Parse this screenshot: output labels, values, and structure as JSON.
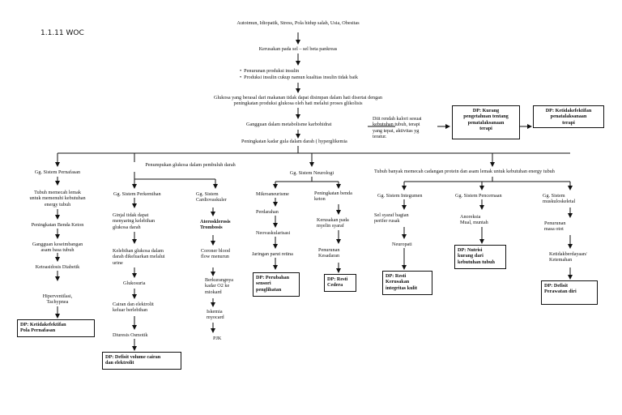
{
  "heading": "1.1.11 WOC",
  "top": {
    "causes": "Autoimun, Idiopatik, Stress, Pola hidup salah, Usia, Obesitas",
    "damage": "Kerusakan pada sel – sel beta pankreas",
    "bullet1": "Penurunan produksi insulin",
    "bullet2": "Produksi insulin cukup namun kualitas insulin tidak baik",
    "glucose": "Glukosa yang berasal dari makanan tidak dapat disimpan dalam hati disertai dengan\npeningkatan produksi glukosa oleh hati melalui proses glikolisis",
    "metabolism": "Gangguan dalam metabolisme karbohidrat",
    "hyper": "Peningkatan kadar gula dalam darah ( hyperglikemia",
    "calorie": "Diit rendah kalori sesuai\nkebutuhan tubuh, terapi\nyang tepat, aktivitas yg\nteratur.",
    "dp_knowledge": "DP: Kurang\npengetahuan tentang\npenatalaksanaan\nterapi",
    "dp_management": "DP: Ketidakefektifan\npenatalaksanaan\nterapi"
  },
  "accumulation": "Penumpukan glukosa dalam pembuluh darah",
  "breakdown": "Tubuh banyak memecah cadangan protein dan asam lemak untuk kebutuhan energy tubuh",
  "respiratory": {
    "title": "Gg. Sistem Pernafasan",
    "s1": "Tubuh memecah lemak\nuntuk memenuhi kebutuhan\nenergy tubuh",
    "s2": "Peningkatan Benda Keton",
    "s3": "Gangguan keseimbangan\nasam basa tubuh",
    "s4": "Ketoasidosis Diabetik",
    "s5": "Hiperventilasi,\nTachypnea",
    "dp": "DP: Ketidakefektifan\nPola Pernafasan"
  },
  "urinary": {
    "title": "Gg. Sistem Perkemihan",
    "s1": "Ginjal tidak dapat\nmenyaring kelebihan\nglukosa darah",
    "s2": "Kelebihan glukosa dalam\ndarah dikeluarkan melalui\nurine",
    "s3": "Glukosuria",
    "s4": "Cairan dan elektrolit\nkeluar berlebihan",
    "s5": "Diuresis Osmotik",
    "dp": "DP: Defisit volume cairan\ndan elektrolit"
  },
  "cardio": {
    "title": "Gg. Sistem\nCardiovaskuler",
    "s1": "Aterosklerosis\nTrombosis",
    "s2": "Coroner blood\nflow menurun",
    "s3": "Berkurangnya\nkadar O2 ke\nmiokard",
    "s4": "Iskemia\nmyocard",
    "s5": "PJK"
  },
  "neuro": {
    "title": "Gg. Sistem Neurologi",
    "a1": "Mikroaneurisme",
    "a2": "Perdarahan",
    "a3": "Neovaskularisasi",
    "a4": "Jaringan parut retina",
    "dp_a": "DP: Perubahan\nsensori\npenglihatan",
    "b1": "Peningkatan benda\nketon",
    "b2": "Kerusakan pada\nmyelin syaraf",
    "b3": "Penurunan\nKesadaran",
    "dp_b": "DP: Resti\nCedera"
  },
  "integ": {
    "title": "Gg. Sistem Integumen",
    "s1": "Sel syaraf bagian\nperifer rusak",
    "s2": "Neuropati",
    "dp": "DP: Resti\nKerusakan\nintegritas kulit"
  },
  "digest": {
    "title": "Gg. Sistem Pencernaan",
    "s1": "Anoreksia\nMual, muntah",
    "dp": "DP: Nutrisi\nkurang dari\nkebutuhan tubuh"
  },
  "musculo": {
    "title": "Gg. Sistem\nmuskuloskeletal",
    "s1": "Penurunan\nmasa otot",
    "s2": "Ketidakberdayaan/\nKetemahan",
    "dp": "DP: Defisit\nPerawatan diri"
  }
}
